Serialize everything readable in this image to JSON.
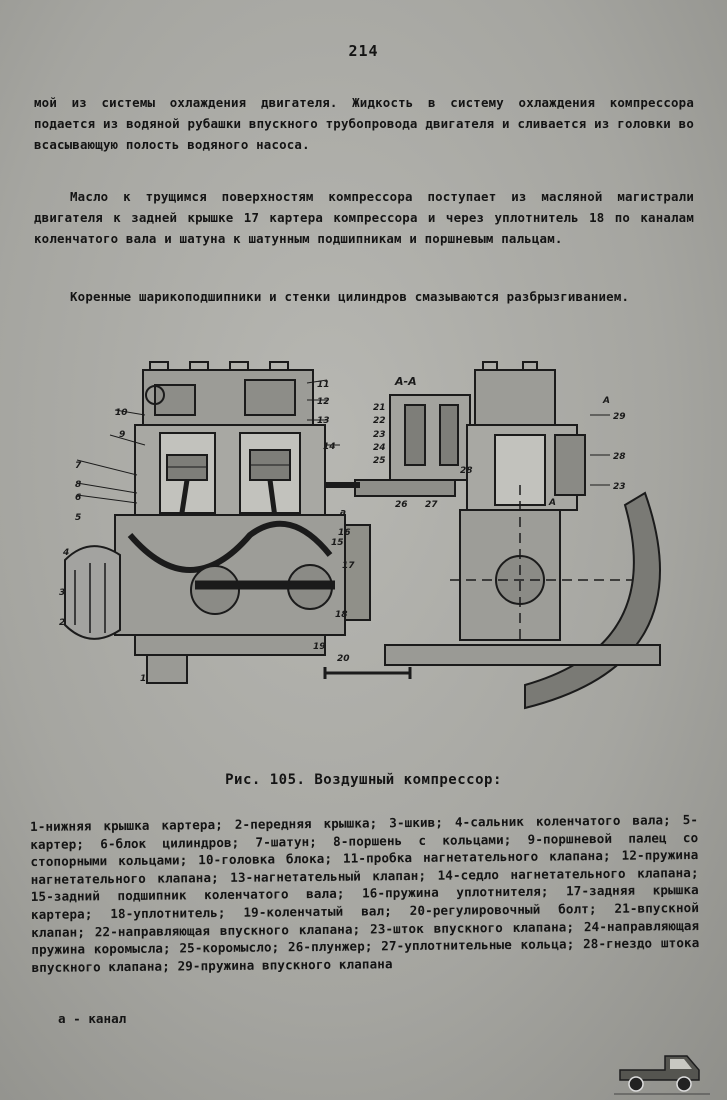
{
  "page_number": "214",
  "paragraphs": [
    "мой из системы охлаждения двигателя. Жидкость в систему охлаждения компрессора подается из водяной рубашки впускного трубопровода двигателя и сливается из головки во всасывающую полость водяного насоса.",
    "Масло к трущимся поверхностям компрессора поступает из масляной магистрали двигателя к задней крышке 17 картера компрессора и через уплотнитель 18 по каналам коленчатого вала и шатуна к шатунным подшипникам и поршневым пальцам.",
    "Коренные шарикоподшипники и стенки цилиндров смазываются разбрызгиванием."
  ],
  "figure": {
    "section_label": "А-А",
    "callouts_left": [
      "1",
      "2",
      "3",
      "4",
      "5",
      "6",
      "7",
      "8",
      "9",
      "10",
      "11",
      "12",
      "13",
      "14",
      "15",
      "16",
      "17",
      "18",
      "19",
      "20"
    ],
    "callouts_middle": [
      "21",
      "22",
      "23",
      "24",
      "25",
      "26",
      "27",
      "28",
      "а"
    ],
    "callouts_right": [
      "А",
      "А",
      "29",
      "28",
      "23"
    ],
    "caption": "Рис. 105. Воздушный компрессор:"
  },
  "legend": "1-нижняя крышка картера; 2-передняя крышка; 3-шкив; 4-сальник коленчатого вала; 5-картер; 6-блок цилиндров; 7-шатун; 8-поршень с кольцами; 9-поршневой палец со стопорными кольцами; 10-головка блока; 11-пробка нагнетательного клапана; 12-пружина нагнетательного клапана; 13-нагнетательный клапан; 14-седло нагнетательного клапана; 15-задний подшипник коленчатого вала; 16-пружина уплотнителя; 17-задняя крышка картера; 18-уплотнитель; 19-коленчатый вал; 20-регулировочный болт; 21-впускной клапан; 22-направляющая впускного клапана; 23-шток впускного клапана; 24-направляющая пружина коромысла; 25-коромысло; 26-плунжер; 27-уплотнительные кольца; 28-гнездо штока впускного клапана; 29-пружина впускного клапана",
  "legend_tail": "а - канал",
  "colors": {
    "paper": "#b0b0ab",
    "ink": "#141414"
  },
  "icons": {
    "corner_logo": "truck-icon"
  }
}
